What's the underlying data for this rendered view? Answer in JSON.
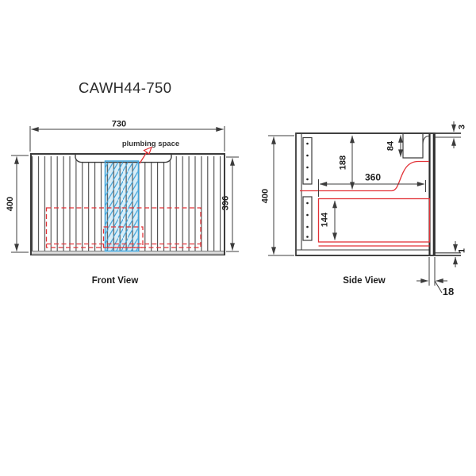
{
  "title": "CAWH44-750",
  "front_view": {
    "label": "Front View",
    "plumbing_label": "plumbing space",
    "dim_width": "730",
    "dim_height_left": "400",
    "dim_height_right": "396"
  },
  "side_view": {
    "label": "Side View",
    "dim_height": "400",
    "dim_top_gap": "3",
    "dim_recess_depth": "84",
    "dim_top_to_shelf": "188",
    "dim_inner_depth": "360",
    "dim_drawer_height": "144",
    "dim_bottom_gap": "1",
    "dim_back_thickness": "18"
  },
  "colors": {
    "line": "#3c3c3c",
    "red": "#e23338",
    "blue": "#3ea2d9",
    "blue_fill": "#d9eef8"
  }
}
